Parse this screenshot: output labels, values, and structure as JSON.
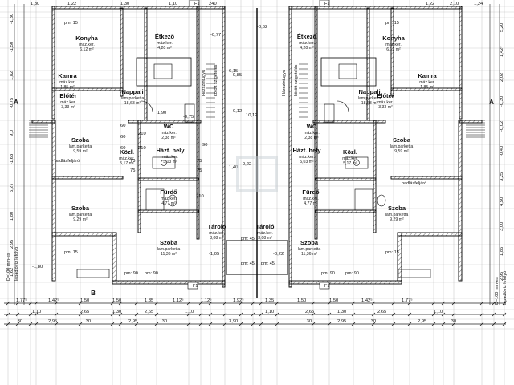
{
  "rooms": [
    {
      "id": "konyha",
      "name": "Konyha",
      "floor": "máz.ker.",
      "area": "6,12 m²"
    },
    {
      "id": "etkezo",
      "name": "Étkező",
      "floor": "máz.ker.",
      "area": "4,20 m²"
    },
    {
      "id": "kamra",
      "name": "Kamra",
      "floor": "máz.ker.",
      "area": "1,85 m²"
    },
    {
      "id": "nappali",
      "name": "Nappali",
      "floor": "lam.parketta",
      "area": "18,68 m²"
    },
    {
      "id": "eloter",
      "name": "Előtér",
      "floor": "máz.ker.",
      "area": "3,33 m²"
    },
    {
      "id": "wc",
      "name": "WC",
      "floor": "máz.ker.",
      "area": "2,38 m²"
    },
    {
      "id": "szoba1",
      "name": "Szoba",
      "floor": "lam.parketta",
      "area": "9,59 m²"
    },
    {
      "id": "kozl",
      "name": "Közl.",
      "floor": "máz.ker.",
      "area": "5,17 m²"
    },
    {
      "id": "hazt",
      "name": "Házt. hely",
      "floor": "máz.ker.",
      "area": "5,03 m²"
    },
    {
      "id": "furdo",
      "name": "Fürdő",
      "floor": "máz.ker.",
      "area": "4,77 m²"
    },
    {
      "id": "szoba2",
      "name": "Szoba",
      "floor": "lam.parketta",
      "area": "9,29 m²"
    },
    {
      "id": "tarolo",
      "name": "Tároló",
      "floor": "máz.ker.",
      "area": "3,08 m²"
    },
    {
      "id": "szoba3",
      "name": "Szoba",
      "floor": "lam.parketta",
      "area": "11,36 m²"
    }
  ],
  "labels": {
    "padlas": "padlásfeljáró",
    "haz": "Házszintugyu",
    "kotott": "kötött szigetelés",
    "pm15": "pm: 15",
    "pm90": "pm: 90",
    "pm45": "pm: 45",
    "f1": "F1",
    "axisA": "A",
    "axisB": "B",
    "lefolyo": "D=100 mm-es",
    "lefolyo2": "lapadlóvíz lefolyó"
  },
  "dims": {
    "bottom_row1": [
      "1,77⁵",
      "1,42⁵",
      "1,50",
      "1,50",
      "1,35",
      "1,12⁵",
      "1,12⁵",
      "1,92⁵",
      "1,35",
      "1,50",
      "1,50",
      "1,42⁵",
      "1,77⁵"
    ],
    "bottom_row2": [
      "1,10",
      "2,65",
      "1,30",
      "2,65",
      "1,10",
      "1,10",
      "2,65",
      "1,30",
      "2,65",
      "1,10"
    ],
    "bottom_row3": [
      ".30",
      "2,95",
      ".30",
      "2,95",
      ".30",
      "3,90",
      ".30",
      "2,95",
      ".30",
      "2,95",
      ".30"
    ],
    "top": [
      "1,30",
      "1,22",
      "1,30",
      "1,10",
      "90",
      "240",
      "1,22",
      "2,10",
      "1,24"
    ],
    "left": [
      "-1,30",
      "-1,50",
      "1,82",
      "-0,75",
      "9,0",
      "-1,63",
      "5,27",
      "1,80",
      "2,95",
      "1,62"
    ],
    "right": [
      "5,20",
      "1,42⁵",
      "2,02",
      "-0,30",
      "-0,02",
      "-0,40",
      "3,25",
      "4,50",
      "3,00",
      "1,85",
      "2,95"
    ],
    "levels": [
      "-0,62",
      "-0,77",
      "-0,85",
      "-0,75",
      "-0,22",
      "-1,05",
      "-0,22",
      "-1,80"
    ],
    "mid": [
      "1,90",
      "60",
      "60",
      "60",
      "75",
      "75",
      "75",
      "75",
      "210",
      "210",
      "210",
      "90",
      "1,40",
      "0,12",
      "6,15",
      "10,12"
    ]
  }
}
